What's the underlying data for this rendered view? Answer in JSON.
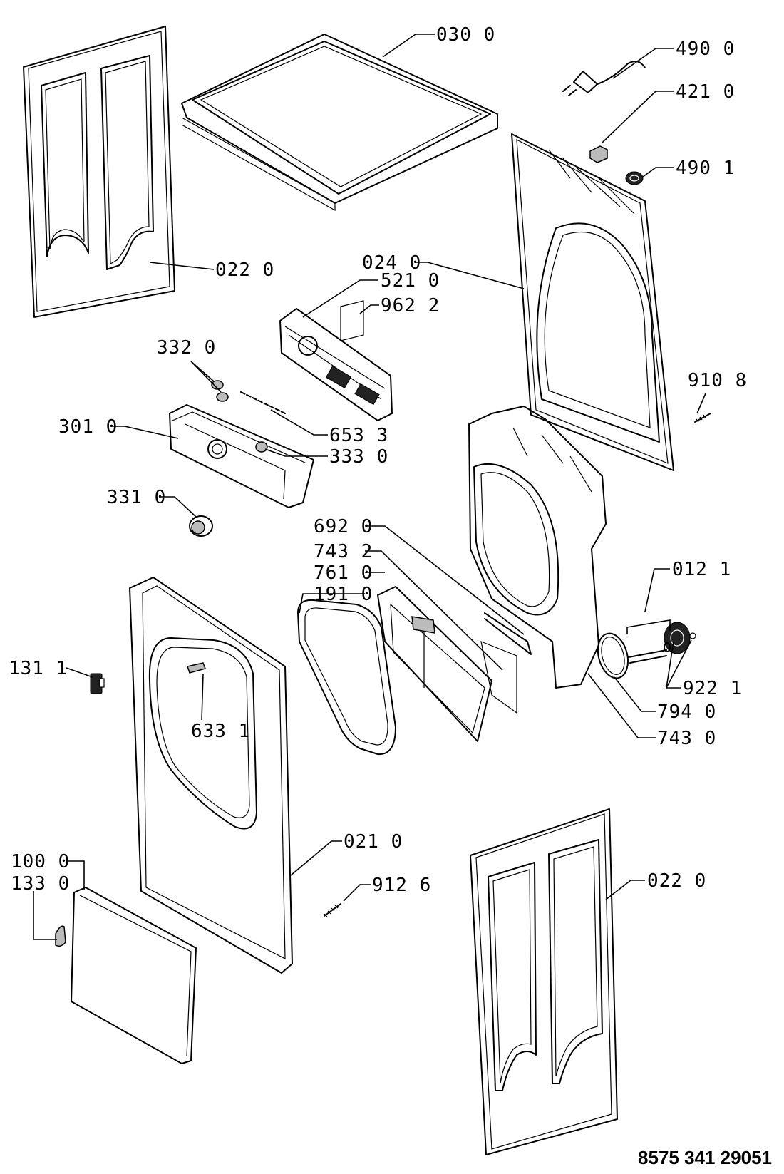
{
  "document_number": "8575 341 29051",
  "callouts": {
    "top_panel": "030 0",
    "side_panel_left": "022 0",
    "side_panel_right": "022 0",
    "power_cord": "490 0",
    "cord_clamp": "421 0",
    "cord_bushing": "490 1",
    "rear_panel": "024 0",
    "control_board": "521 0",
    "label": "962 2",
    "indicator_knobs": "332 0",
    "screw_rear": "910 8",
    "light_guide": "653 3",
    "control_panel": "301 0",
    "button": "333 0",
    "selector_knob": "331 0",
    "filter_seal": "692 0",
    "duct_part": "743 2",
    "lint_filter": "761 0",
    "door_gasket": "191 0",
    "drum_assembly": "012 1",
    "door_switch": "131 1",
    "bearing_parts": "922 1",
    "door_latch": "633 1",
    "belt_seal": "794 0",
    "front_bulkhead": "743 0",
    "front_panel": "021 0",
    "kick_panel": "100 0",
    "kick_panel_handle": "133 0",
    "screw_front": "912 6"
  }
}
